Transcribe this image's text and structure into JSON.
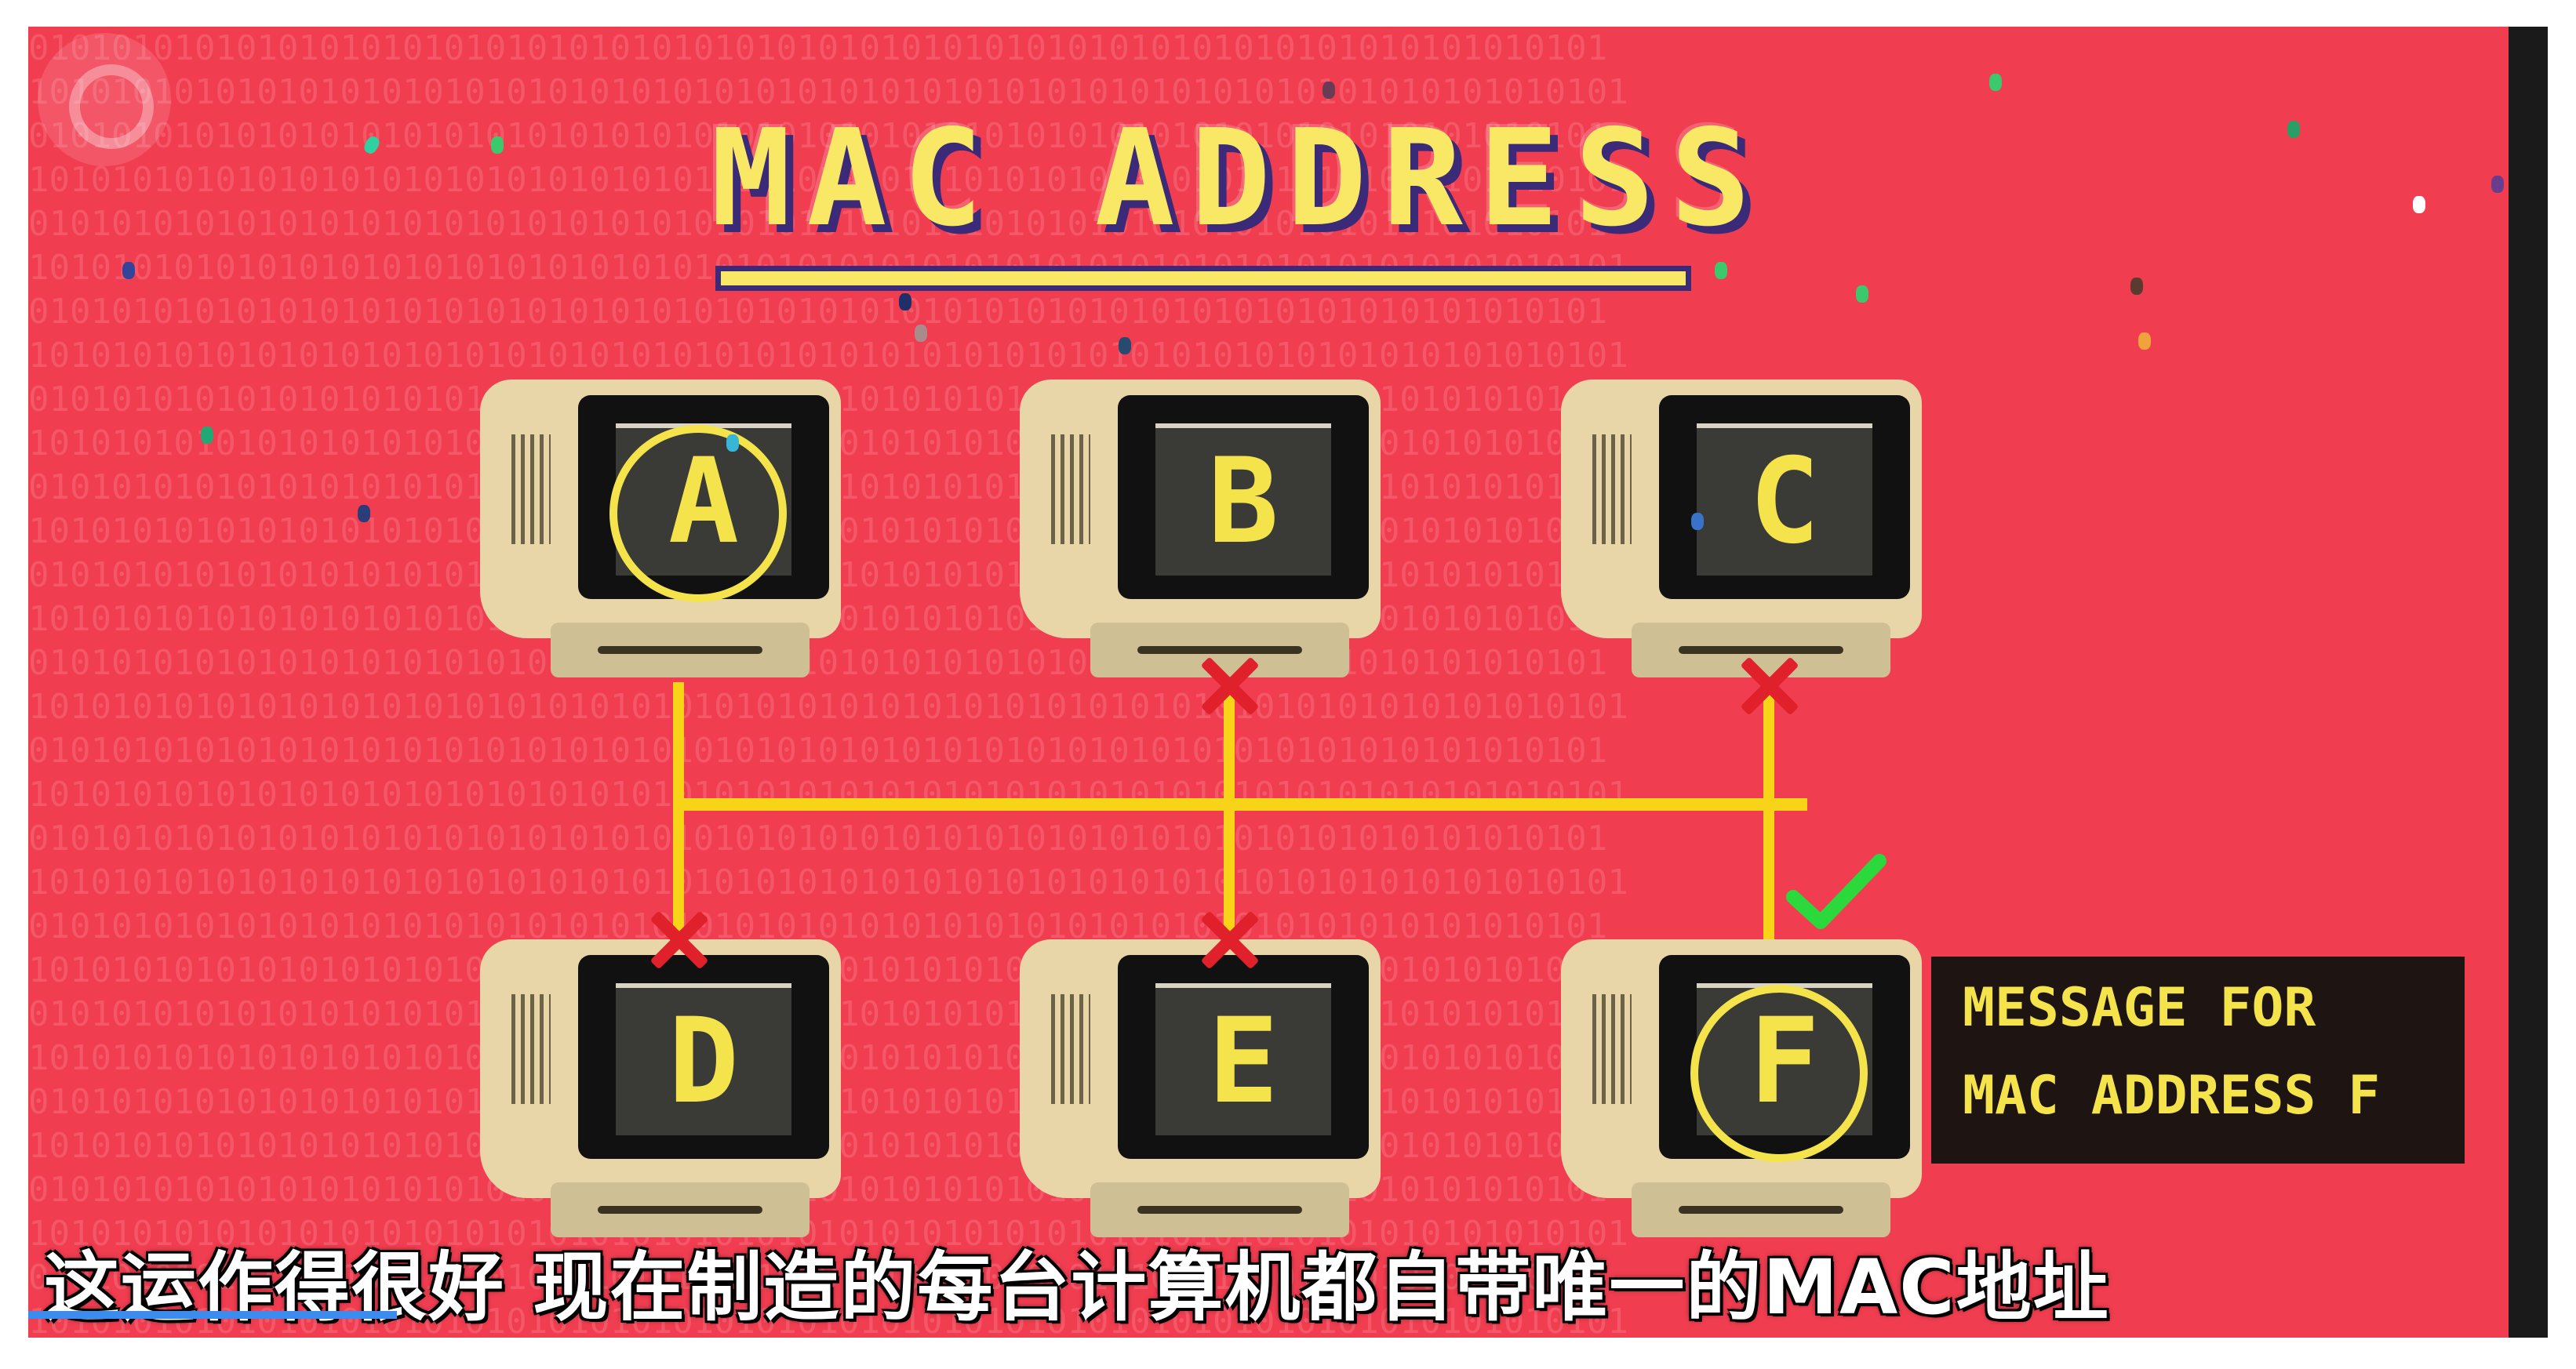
{
  "title": "MAC ADDRESS",
  "binary_row": "0101010101010101010101010101010101010101010101010101010101010101010101010101",
  "computers": [
    {
      "label": "A",
      "circled": true
    },
    {
      "label": "B",
      "circled": false
    },
    {
      "label": "C",
      "circled": false
    },
    {
      "label": "D",
      "circled": false
    },
    {
      "label": "E",
      "circled": false
    },
    {
      "label": "F",
      "circled": true
    }
  ],
  "message": {
    "line1": "MESSAGE FOR",
    "line2": "MAC ADDRESS F"
  },
  "subtitle": "这运作得很好 现在制造的每台计算机都自带唯一的MAC地址",
  "colors": {
    "background": "#f03d50",
    "accent_yellow": "#f5e34c",
    "cable": "#f7d417",
    "reject": "#e0202a",
    "accept": "#2bd93c"
  },
  "icons": [
    "pbs-logo-icon",
    "x-mark-icon",
    "check-mark-icon"
  ]
}
